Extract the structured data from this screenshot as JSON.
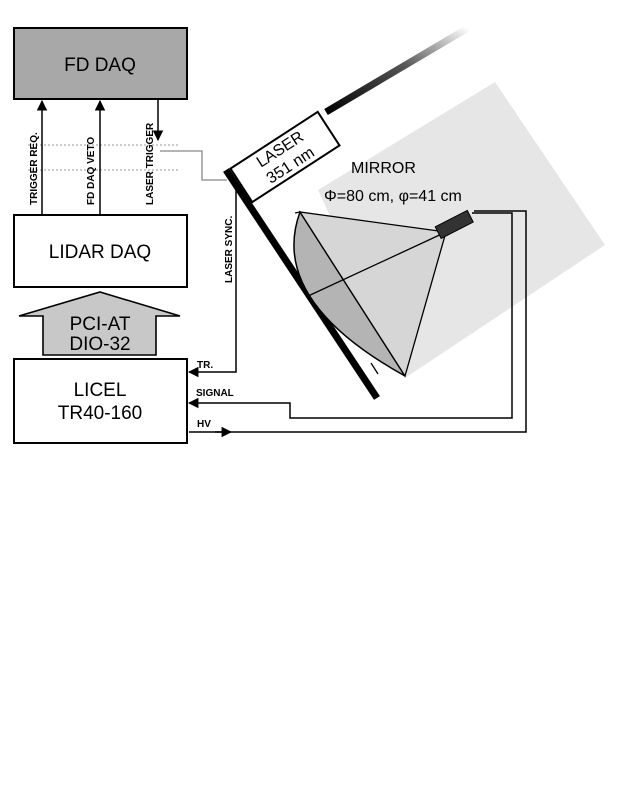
{
  "blocks": {
    "fd_daq": "FD DAQ",
    "lidar_daq": "LIDAR DAQ",
    "pci_at_line1": "PCI-AT",
    "pci_at_line2": "DIO-32",
    "licel_line1": "LICEL",
    "licel_line2": "TR40-160"
  },
  "signals": {
    "trigger_req": "TRIGGER REQ.",
    "fd_daq_veto": "FD DAQ VETO",
    "laser_trigger": "LASER TRIGGER",
    "laser_sync": "LASER SYNC.",
    "tr": "TR.",
    "signal": "SIGNAL",
    "hv": "HV"
  },
  "laser": {
    "line1": "LASER",
    "line2": "351 nm"
  },
  "mirror": {
    "label": "MIRROR",
    "spec": "Φ=80 cm, φ=41 cm"
  },
  "colors": {
    "fd_daq_fill": "#a8a8a8",
    "arrow_block_fill": "#c8c8c8",
    "light_cone": "#e6e6e6",
    "mirror_shade": "#b4b4b4",
    "line": "#000000"
  }
}
